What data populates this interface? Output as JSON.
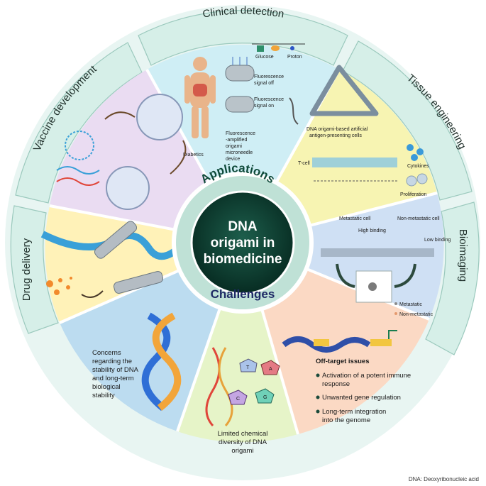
{
  "center": {
    "line1": "DNA",
    "line2": "origami in",
    "line3": "biomedicine",
    "applications": "Applications",
    "challenges": "Challenges"
  },
  "ring": {
    "clinical": "Clinical detection",
    "tissue": "Tissue engineering",
    "bioimaging": "Bioimaging",
    "drug": "Drug delivery",
    "vaccine": "Vaccine development"
  },
  "clinical": {
    "glucose": "Glucose",
    "proton": "Proton",
    "off1": "Fluorescence",
    "off2": "signal off",
    "on1": "Fluorescence",
    "on2": "signal on",
    "diabetics": "Diabetics",
    "device1": "Fluorescence",
    "device2": "-amplified",
    "device3": "origami",
    "device4": "microneedle",
    "device5": "device"
  },
  "tissue": {
    "apc1": "DNA origami-based artificial",
    "apc2": "antigen-presenting cells",
    "tcell": "T-cell",
    "cytokines": "Cytokines",
    "proliferation": "Proliferation"
  },
  "bioimaging": {
    "metastatic_cell": "Metastatic cell",
    "non_metastatic_cell": "Non-metastatic cell",
    "high_binding": "High binding",
    "low_binding": "Low binding",
    "legend_metastatic": "Metastatic",
    "legend_non": "Non-metastatic"
  },
  "offtarget": {
    "title": "Off-target issues",
    "b1a": "Activation of a potent immune",
    "b1b": "response",
    "b2": "Unwanted gene regulation",
    "b3a": "Long-term integration",
    "b3b": "into the genome"
  },
  "chem": {
    "l1": "Limited chemical",
    "l2": "diversity of DNA",
    "l3": "origami",
    "bases": [
      "T",
      "A",
      "C",
      "G"
    ]
  },
  "stability": {
    "l1": "Concerns",
    "l2": "regarding the",
    "l3": "stability of DNA",
    "l4": "and long-term",
    "l5": "biological",
    "l6": "stability"
  },
  "footnote": "DNA: Deoxyribonucleic acid",
  "colors": {
    "clinical": "#cfeef5",
    "tissue": "#f7f4b2",
    "bioimaging": "#cfe0f4",
    "offtarget": "#fbd9c4",
    "chem": "#e6f4c8",
    "stability": "#bcdcf0",
    "drug": "#fff2b8",
    "vaccine": "#eadcf2",
    "ring": "#d8efea",
    "hub": "#0f4a3a"
  }
}
